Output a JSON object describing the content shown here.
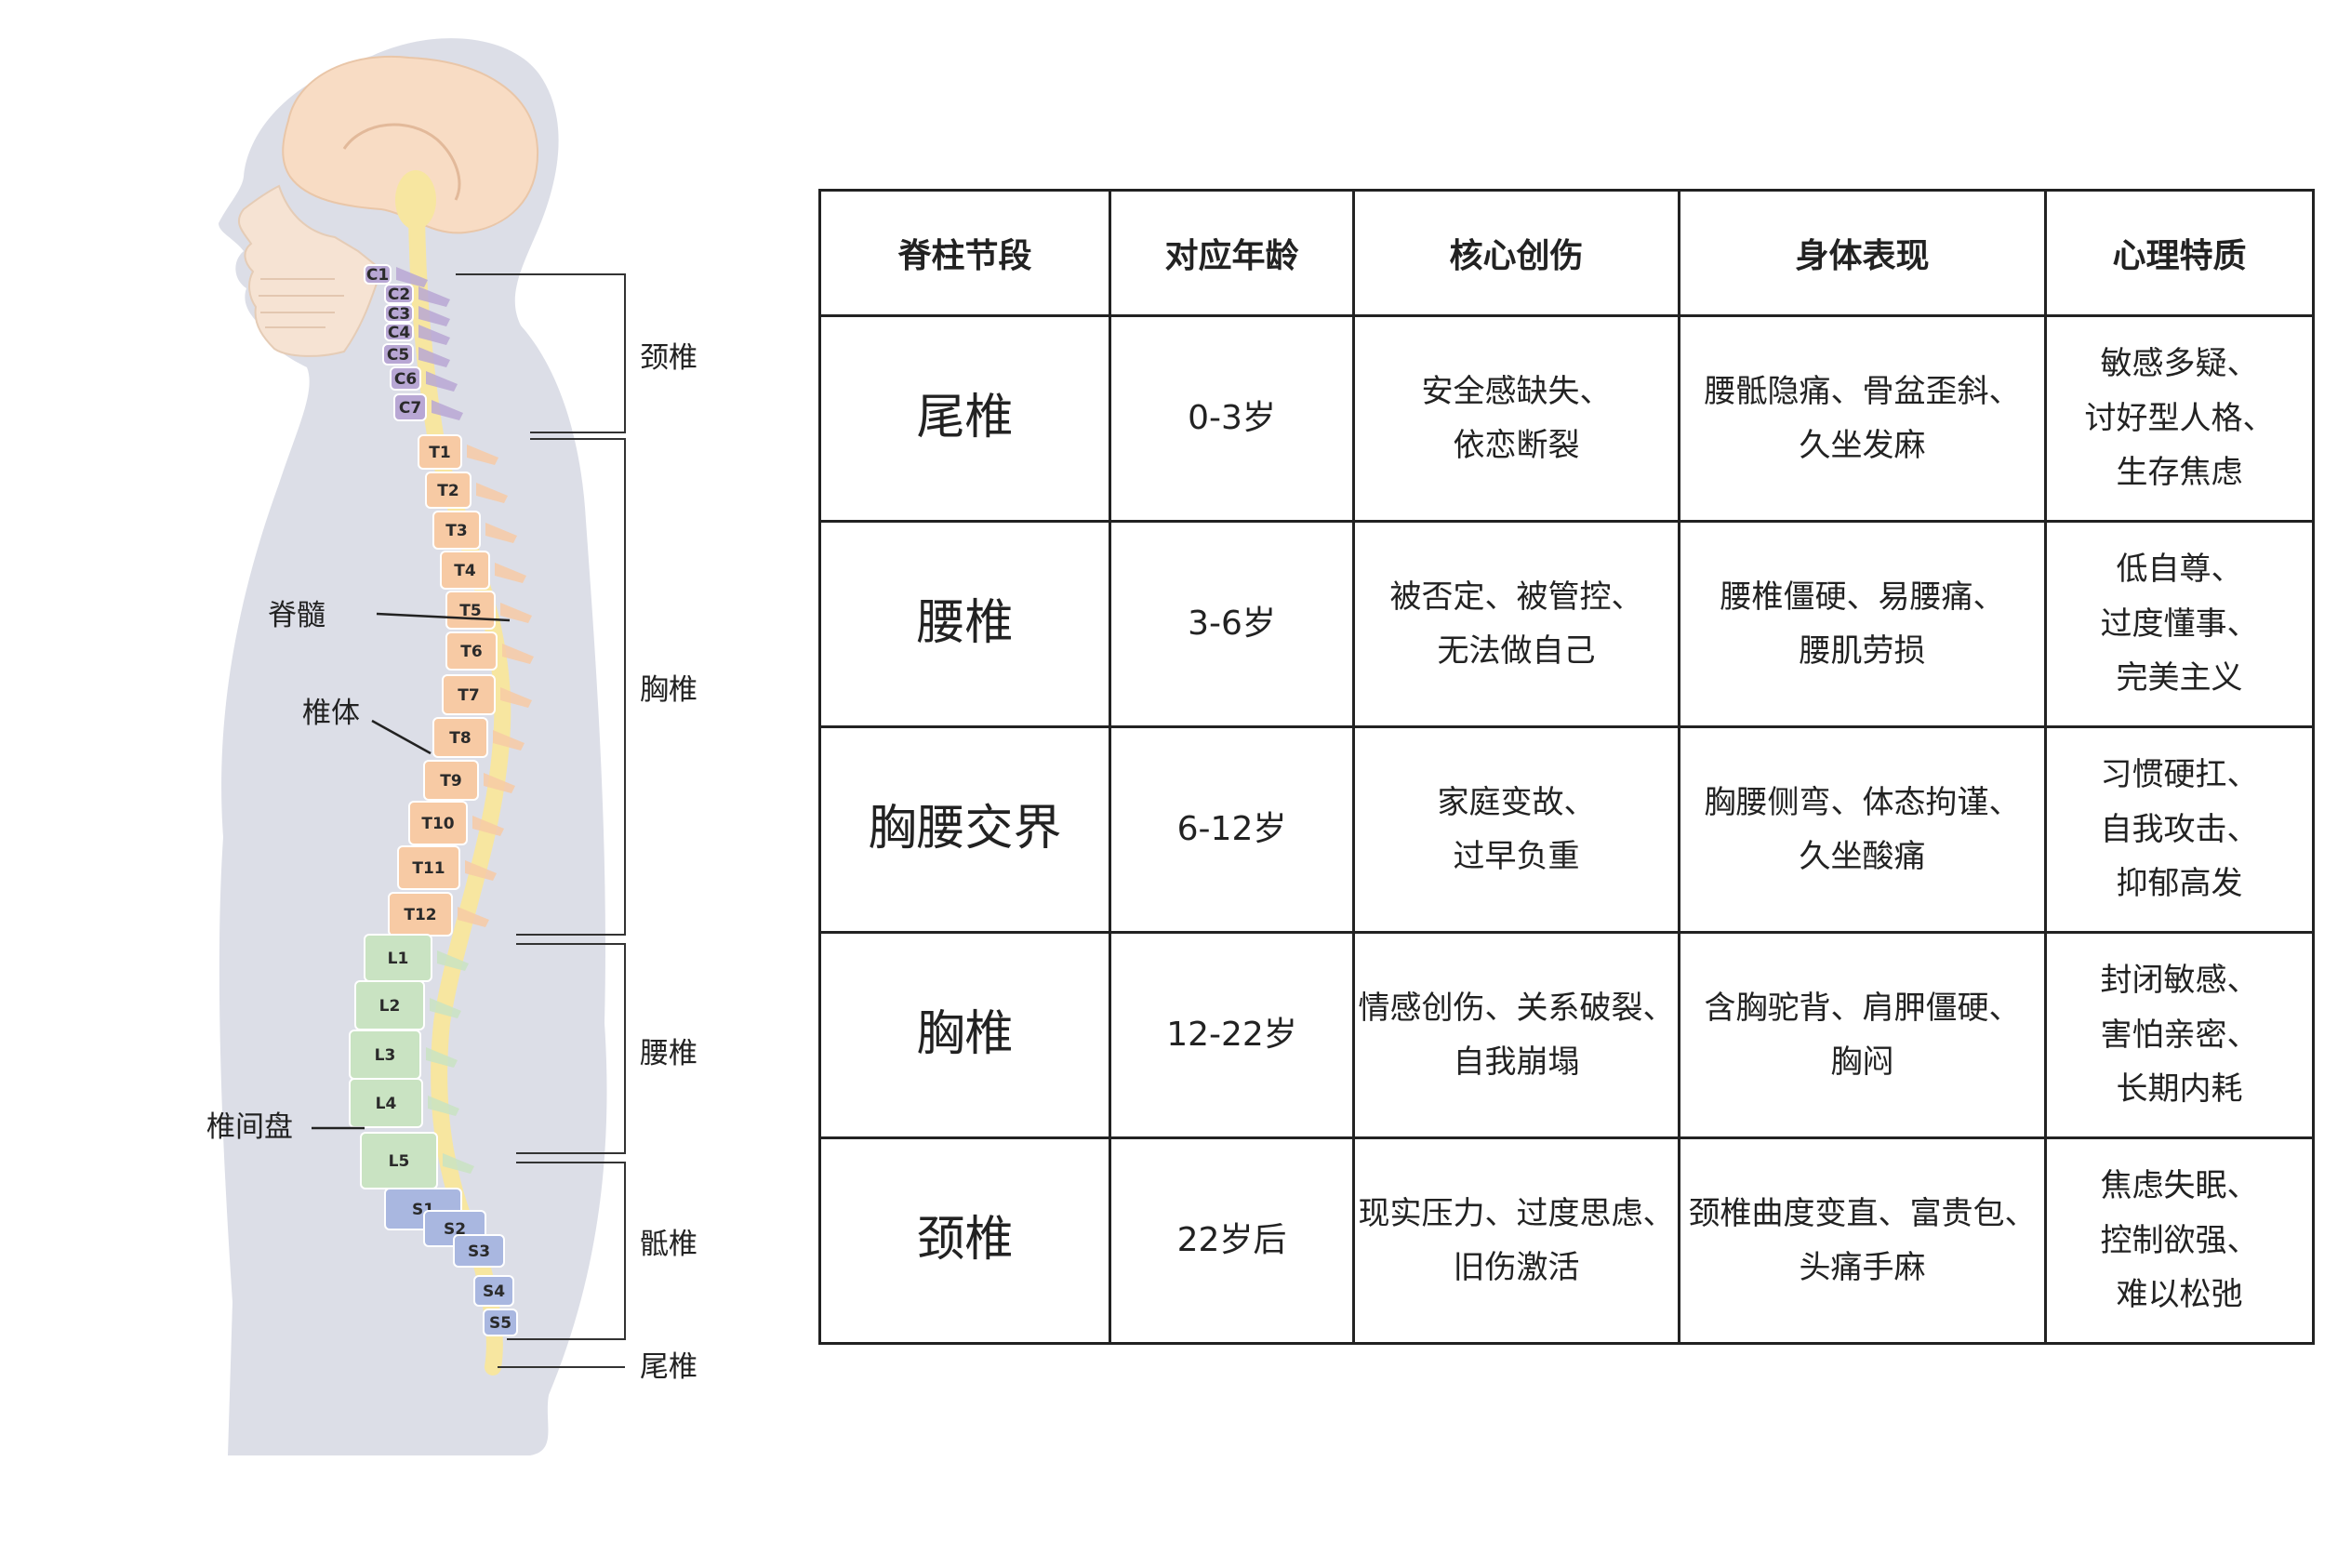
{
  "diagram": {
    "vertebrae": [
      "C1",
      "C2",
      "C3",
      "C4",
      "C5",
      "C6",
      "C7",
      "T1",
      "T2",
      "T3",
      "T4",
      "T5",
      "T6",
      "T7",
      "T8",
      "T9",
      "T10",
      "T11",
      "T12",
      "L1",
      "L2",
      "L3",
      "L4",
      "L5",
      "S1",
      "S2",
      "S3",
      "S4",
      "S5"
    ],
    "labels": {
      "spinal_cord": "脊髓",
      "vertebral_body": "椎体",
      "intervertebral_disc": "椎间盘"
    },
    "regions": [
      "颈椎",
      "胸椎",
      "腰椎",
      "骶椎",
      "尾椎"
    ],
    "colors": {
      "silhouette": "#d9dbe4",
      "cervical": "#b8a7d4",
      "thoracic": "#f7caa4",
      "lumbar": "#c9e3c2",
      "sacral": "#a9b7e0",
      "spinal_cord": "#f7e7a1",
      "brain": "#f8ddc5"
    }
  },
  "table": {
    "headers": [
      "脊柱节段",
      "对应年龄",
      "核心创伤",
      "身体表现",
      "心理特质"
    ],
    "rows": [
      {
        "segment": "尾椎",
        "age": "0-3岁",
        "trauma": [
          "安全感缺失、",
          "依恋断裂"
        ],
        "body": [
          "腰骶隐痛、骨盆歪斜、",
          "久坐发麻"
        ],
        "mind": [
          "敏感多疑、",
          "讨好型人格、",
          "生存焦虑"
        ]
      },
      {
        "segment": "腰椎",
        "age": "3-6岁",
        "trauma": [
          "被否定、被管控、",
          "无法做自己"
        ],
        "body": [
          "腰椎僵硬、易腰痛、",
          "腰肌劳损"
        ],
        "mind": [
          "低自尊、",
          "过度懂事、",
          "完美主义"
        ]
      },
      {
        "segment": "胸腰交界",
        "age": "6-12岁",
        "trauma": [
          "家庭变故、",
          "过早负重"
        ],
        "body": [
          "胸腰侧弯、体态拘谨、",
          "久坐酸痛"
        ],
        "mind": [
          "习惯硬扛、",
          "自我攻击、",
          "抑郁高发"
        ]
      },
      {
        "segment": "胸椎",
        "age": "12-22岁",
        "trauma": [
          "情感创伤、关系破裂、",
          "自我崩塌"
        ],
        "body": [
          "含胸驼背、肩胛僵硬、",
          "胸闷"
        ],
        "mind": [
          "封闭敏感、",
          "害怕亲密、",
          "长期内耗"
        ]
      },
      {
        "segment": "颈椎",
        "age": "22岁后",
        "trauma": [
          "现实压力、过度思虑、",
          "旧伤激活"
        ],
        "body": [
          "颈椎曲度变直、富贵包、",
          "头痛手麻"
        ],
        "mind": [
          "焦虑失眠、",
          "控制欲强、",
          "难以松弛"
        ]
      }
    ]
  }
}
